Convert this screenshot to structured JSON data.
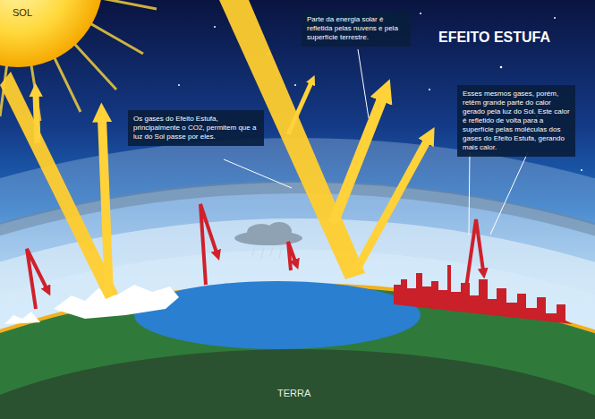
{
  "diagram": {
    "title": "EFEITO ESTUFA",
    "nodes": [
      {
        "text": [
          "Os gases do Efeito Estufa, principalmente o CO2, permitem que a luz do Sol passe por eles."
        ]
      },
      {
        "text": [
          "Parte da energia solar é refletida pelas nuvens e pela superfície terrestre."
        ]
      },
      {
        "text": [
          "Esses mesmos gases, porém, retêm grande parte do calor gerado pela luz do Sol. Este calor é refletido de volta para a superfície pelas moléculas dos gases do Efeito Estufa, gerando mais calor."
        ]
      }
    ],
    "labels": [
      "SOL",
      "TERRA"
    ]
  }
}
